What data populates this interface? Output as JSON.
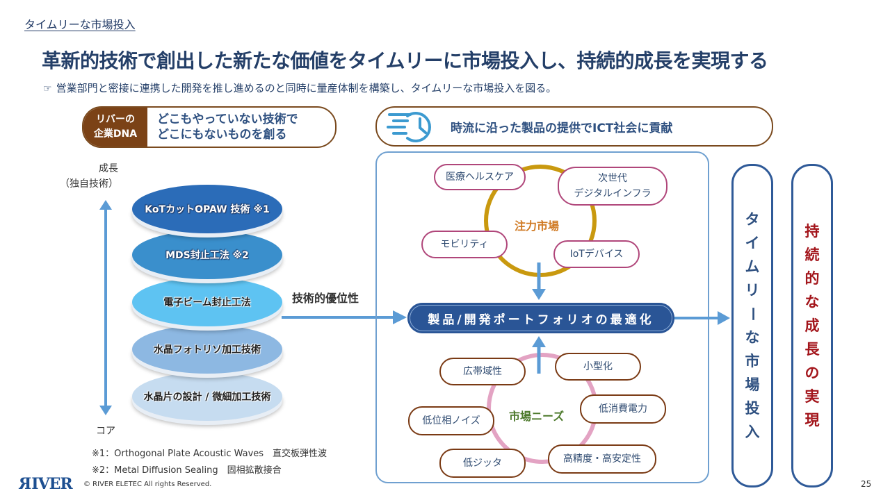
{
  "header": {
    "section_title": "タイムリーな市場投入",
    "title": "革新的技術で創出した新たな価値をタイムリーに市場投入し、持続的成長を実現する",
    "subtitle_icon": "pointing-hand-icon",
    "subtitle": "営業部門と密接に連携した開発を推し進めるのと同時に量産体制を構築し、タイムリーな市場投入を図る。"
  },
  "dna": {
    "label_line1": "リバーの",
    "label_line2": "企業DNA",
    "text_line1": "どこもやっていない技術で",
    "text_line2": "どこにもないものを創る"
  },
  "ict": {
    "icon": "fast-clock-icon",
    "text": "時流に沿った製品の提供でICT社会に貢献"
  },
  "axis": {
    "top_line1": "成長",
    "top_line2": "（独自技術）",
    "bottom": "コア"
  },
  "tech_stack": [
    {
      "label": "KoTカットOPAW 技術 ※1",
      "color": "#2b6cb8"
    },
    {
      "label": "MDS封止工法 ※2",
      "color": "#3a8fcc"
    },
    {
      "label": "電子ビーム封止工法",
      "color": "#5ec3f2"
    },
    {
      "label": "水晶フォトリソ加工技術",
      "color": "#8db8e2"
    },
    {
      "label": "水晶片の設計 / 微細加工技術",
      "color": "#c6dcf0"
    }
  ],
  "advantage_label": "技術的優位性",
  "focus_markets": {
    "hub": "注力市場",
    "items": [
      "医療ヘルスケア",
      "次世代",
      "デジタルインフラ",
      "モビリティ",
      "IoTデバイス"
    ]
  },
  "portfolio": "製品/開発ポートフォリオの最適化",
  "market_needs": {
    "hub": "市場ニーズ",
    "items": [
      "広帯域性",
      "小型化",
      "低消費電力",
      "低位相ノイズ",
      "高精度・高安定性",
      "低ジッタ"
    ]
  },
  "timely_launch": [
    "タ",
    "イ",
    "ム",
    "リ",
    "ー",
    "な",
    "市",
    "場",
    "投",
    "入"
  ],
  "sustainable_growth": [
    "持",
    "続",
    "的",
    "な",
    "成",
    "長",
    "の",
    "実",
    "現"
  ],
  "footnotes": [
    "※1：Orthogonal Plate Acoustic Waves　直交板弾性波",
    "※2：Metal Diffusion Sealing　固相拡散接合"
  ],
  "footer": {
    "logo": "RIVER",
    "copyright": "© RIVER ELETEC All rights Reserved.",
    "page_number": "25"
  },
  "colors": {
    "title": "#243f68",
    "dna_brown": "#7b4216",
    "arrow_blue": "#5b9bd5",
    "portfolio_blue": "#2a5596",
    "focus_gold": "#c9990f",
    "focus_label": "#d07a24",
    "needs_pink": "#e3a3c3",
    "needs_label": "#4d7a2c",
    "growth_red": "#a3151b"
  }
}
